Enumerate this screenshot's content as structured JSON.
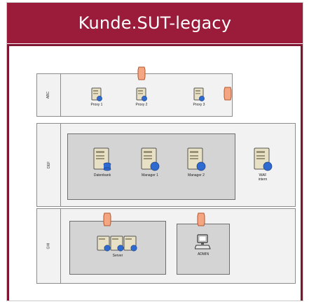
{
  "slide": {
    "title": "Kunde.SUT-legacy"
  },
  "zones": [
    {
      "id": "top",
      "tag": "ABC"
    },
    {
      "id": "mid",
      "tag": "DEF"
    },
    {
      "id": "bot",
      "tag": "GHI"
    }
  ],
  "nodes": {
    "proxy1": "Proxy 1",
    "proxy2": "Proxy 2",
    "proxy3": "Proxy 3",
    "datenbank": "Datenbank",
    "manager1": "Manager 1",
    "manager2": "Manager 2",
    "waf": "WAF\nintern",
    "server": "Server",
    "admin": "ADMIN"
  },
  "colors": {
    "header_bg": "#9a1b3a",
    "firewall": "#f4a582",
    "firewall_stroke": "#b5572f",
    "server_body": "#e8e0c4",
    "globe": "#2f6ad1"
  },
  "icons": {
    "firewall": "firewall-icon",
    "server": "server-icon",
    "database-server": "database-server-icon",
    "workstation": "workstation-icon"
  }
}
